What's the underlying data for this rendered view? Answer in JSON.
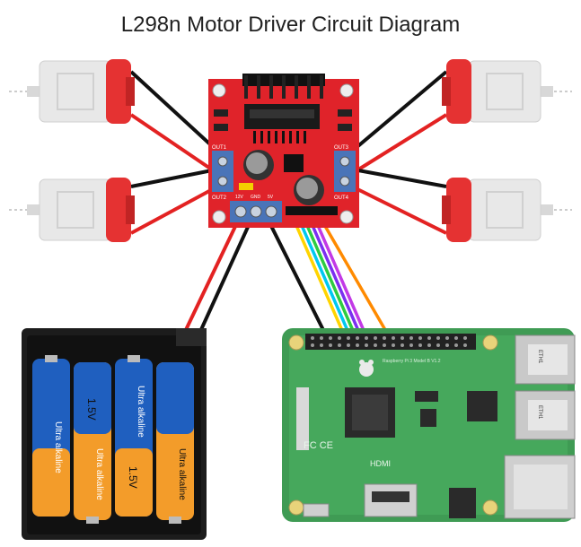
{
  "title": "L298n Motor Driver Circuit Diagram",
  "board": {
    "terminal_labels": [
      "OUT1",
      "OUT2",
      "OUT3",
      "OUT4"
    ],
    "jumper_labels": [
      "12V",
      "GND",
      "5V"
    ]
  },
  "batteries": {
    "cell_label": "1.5V",
    "brand_text": "Ultra alkaline"
  },
  "raspberry_pi": {
    "silkscreen": "Raspberry Pi 3 Model B V1.2",
    "hdmi_text": "HDMI",
    "usb_text": "ETH1",
    "fcc_text": "FC CE"
  },
  "colors": {
    "driver_board": "#e0232a",
    "terminal_blue": "#4a74b8",
    "wire_red": "#e32222",
    "wire_black": "#111111",
    "wire_signals": [
      "#ffd400",
      "#00c8f0",
      "#2ecc40",
      "#7b2ff0",
      "#c239e6",
      "#ff8a00"
    ],
    "motor_body": "#e8e8e8",
    "motor_cap": "#e53232",
    "pi_board": "#3f9b54",
    "battery_blue": "#1f5fbf",
    "battery_orange": "#f39c2a"
  }
}
